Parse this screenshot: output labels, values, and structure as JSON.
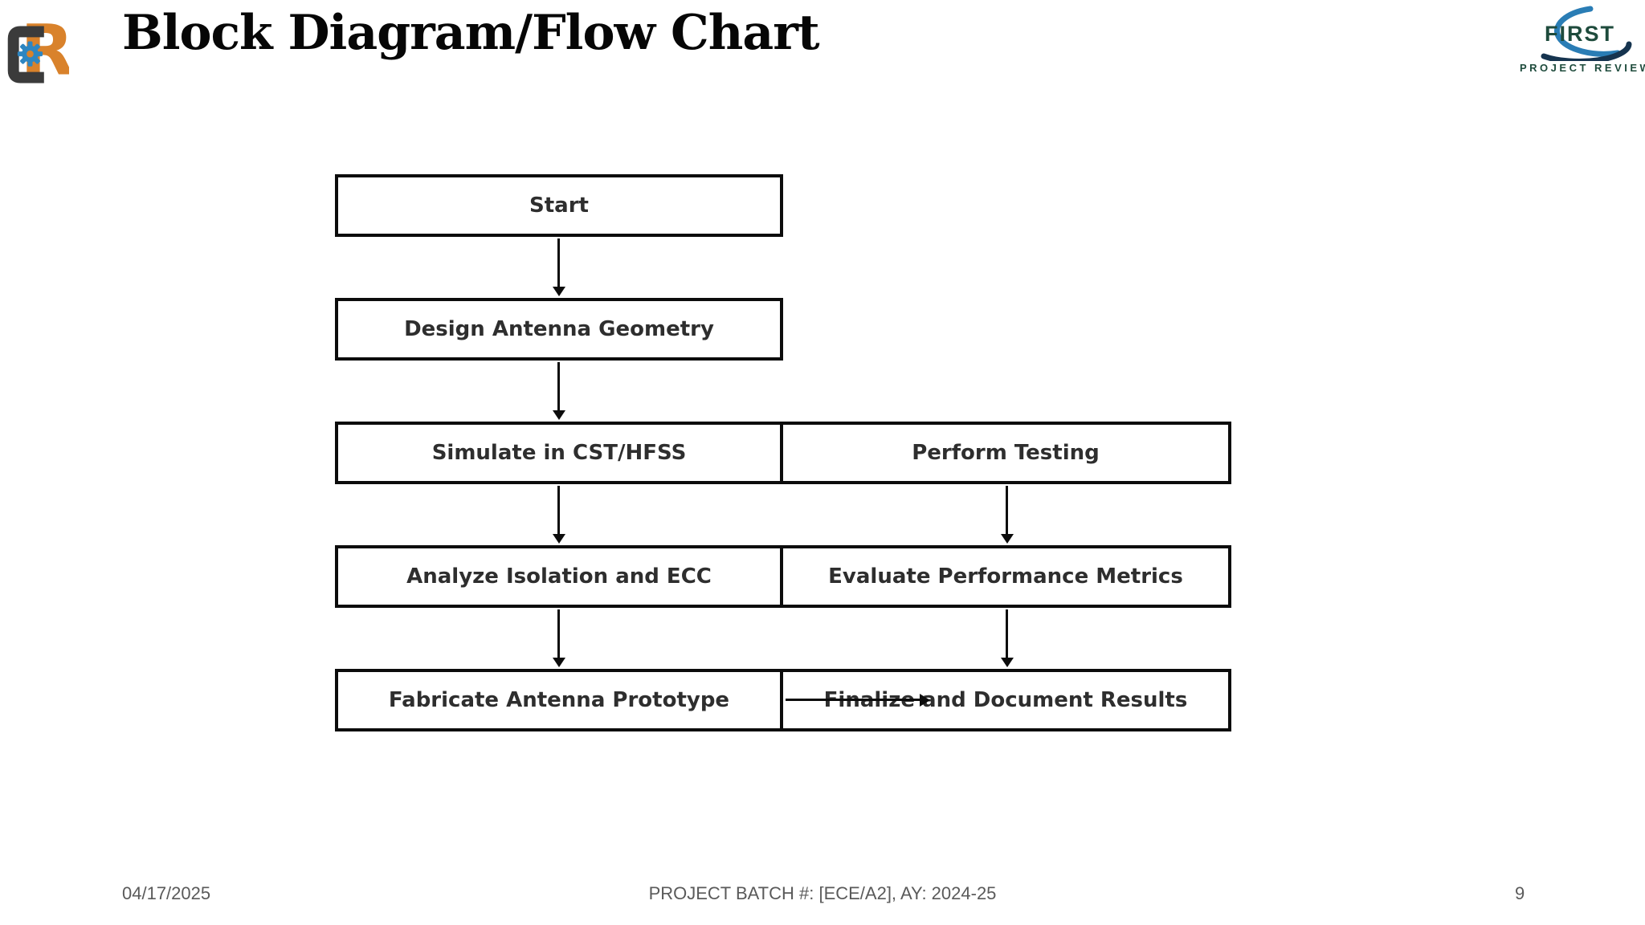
{
  "slide": {
    "title": "Block Diagram/Flow Chart",
    "footer": {
      "date": "04/17/2025",
      "center": "PROJECT BATCH #: [ECE/A2], AY: 2024-25",
      "page_number": "9"
    }
  },
  "logos": {
    "r_logo": {
      "name": "r-gear-logo",
      "orange": "#d9822b",
      "gray": "#3b3b3b",
      "gear_blue": "#2e86c1"
    },
    "first": {
      "line1": "FIRST",
      "line2": "PROJECT REVIEW",
      "text_green": "#1e4b3c",
      "swoosh_blue": "#2a7db5",
      "swoosh_navy": "#16344f"
    }
  },
  "flowchart": {
    "border_color": "#0c0c0c",
    "text_color": "#2e2e2e",
    "boxes": [
      {
        "label": "Start"
      },
      {
        "label": "Design Antenna Geometry"
      },
      {
        "label": "Simulate in CST/HFSS"
      },
      {
        "label": "Perform Testing"
      },
      {
        "label": "Analyze Isolation and ECC"
      },
      {
        "label": "Evaluate Performance Metrics"
      },
      {
        "label": "Fabricate Antenna Prototype"
      },
      {
        "label_struck": "Finalize",
        "label_rest": " and Document Results"
      }
    ],
    "connections": [
      "Start -> Design Antenna Geometry",
      "Design Antenna Geometry -> Simulate in CST/HFSS",
      "Simulate in CST/HFSS -> Analyze Isolation and ECC",
      "Perform Testing -> Evaluate Performance Metrics",
      "Analyze Isolation and ECC -> Fabricate Antenna Prototype",
      "Evaluate Performance Metrics -> Finalize and Document Results",
      "Fabricate Antenna Prototype -> Finalize and Document Results"
    ]
  }
}
